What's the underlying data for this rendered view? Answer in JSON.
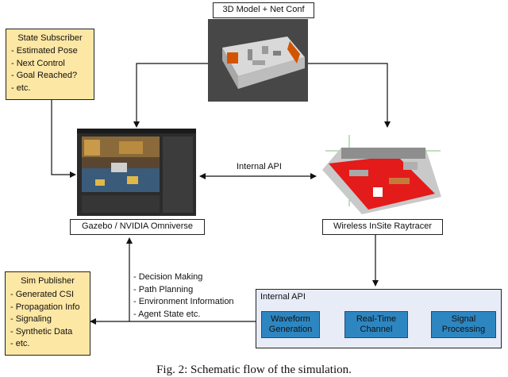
{
  "model_label": "3D Model + Net Conf",
  "state_subscriber": {
    "title": "State Subscriber",
    "items": [
      "- Estimated Pose",
      "- Next Control",
      "- Goal Reached?",
      "- etc."
    ]
  },
  "sim_publisher": {
    "title": "Sim Publisher",
    "items": [
      "- Generated CSI",
      "- Propagation Info",
      "- Signaling",
      "- Synthetic Data",
      "- etc."
    ]
  },
  "internal_api_top": "Internal API",
  "gazebo_label": "Gazebo / NVIDIA Omniverse",
  "raytracer_label": "Wireless InSite Raytracer",
  "control_items": [
    "- Decision Making",
    "- Path Planning",
    "- Environment Information",
    "- Agent State etc."
  ],
  "pipeline": {
    "title": "Internal API",
    "stages": [
      "Waveform Generation",
      "Real-Time Channel",
      "Signal Processing"
    ]
  },
  "caption": "Fig. 2: Schematic flow of the simulation."
}
